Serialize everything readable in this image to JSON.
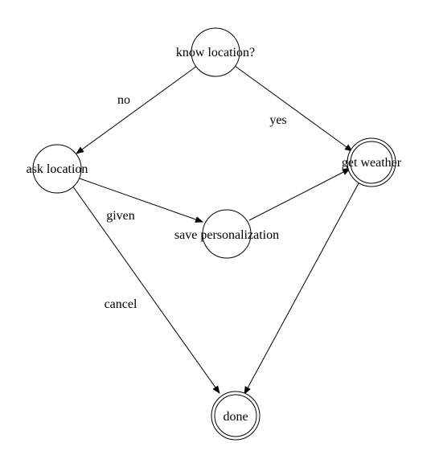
{
  "diagram": {
    "nodes": {
      "know_location": {
        "label": "know location?",
        "accepting": false
      },
      "ask_location": {
        "label": "ask location",
        "accepting": false
      },
      "get_weather": {
        "label": "get weather",
        "accepting": true
      },
      "save_personalization": {
        "label": "save personalization",
        "accepting": false
      },
      "done": {
        "label": "done",
        "accepting": true
      }
    },
    "edges": [
      {
        "from": "know_location",
        "to": "ask_location",
        "label": "no"
      },
      {
        "from": "know_location",
        "to": "get_weather",
        "label": "yes"
      },
      {
        "from": "ask_location",
        "to": "save_personalization",
        "label": "given"
      },
      {
        "from": "save_personalization",
        "to": "get_weather",
        "label": ""
      },
      {
        "from": "ask_location",
        "to": "done",
        "label": "cancel"
      },
      {
        "from": "get_weather",
        "to": "done",
        "label": ""
      }
    ]
  }
}
